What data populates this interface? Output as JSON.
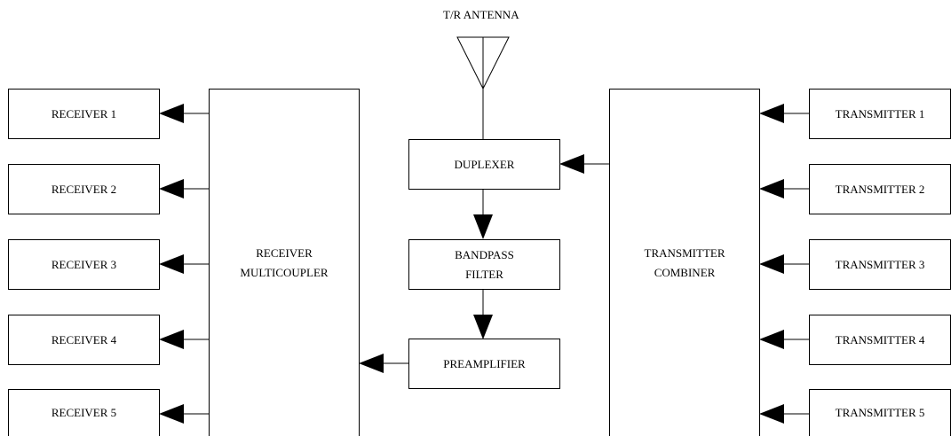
{
  "antenna": {
    "label": "T/R ANTENNA"
  },
  "receivers": [
    "RECEIVER 1",
    "RECEIVER 2",
    "RECEIVER 3",
    "RECEIVER 4",
    "RECEIVER 5"
  ],
  "transmitters": [
    "TRANSMITTER 1",
    "TRANSMITTER 2",
    "TRANSMITTER 3",
    "TRANSMITTER 4",
    "TRANSMITTER 5"
  ],
  "multicoupler": {
    "line1": "RECEIVER",
    "line2": "MULTICOUPLER"
  },
  "combiner": {
    "line1": "TRANSMITTER",
    "line2": "COMBINER"
  },
  "duplexer": {
    "label": "DUPLEXER"
  },
  "bandpass": {
    "line1": "BANDPASS",
    "line2": "FILTER"
  },
  "preamplifier": {
    "label": "PREAMPLIFIER"
  }
}
